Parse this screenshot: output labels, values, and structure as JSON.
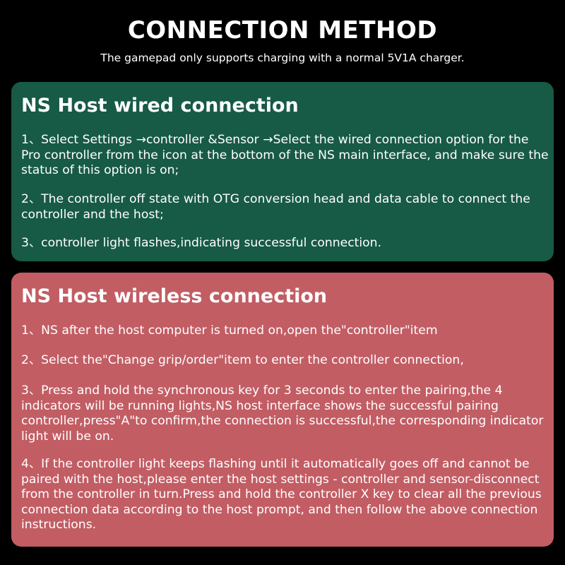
{
  "header": {
    "title": "CONNECTION METHOD",
    "subtitle": "The gamepad only supports charging with a normal 5V1A charger."
  },
  "colors": {
    "background": "#000000",
    "wired_panel": "#175a45",
    "wireless_panel": "#c25d64",
    "text": "#ffffff"
  },
  "wired": {
    "heading": "NS Host wired connection",
    "steps": [
      "1、Select Settings →controller &Sensor →Select the wired connection option for the Pro controller from the icon at the bottom of the NS main interface, and make sure the status of this option is on;",
      "2、The controller off state with OTG conversion head and data cable to connect the controller and the host;",
      "3、controller light flashes,indicating successful connection."
    ]
  },
  "wireless": {
    "heading": "NS Host wireless connection",
    "steps": [
      "1、NS after the host computer is turned on,open the\"controller\"item",
      "2、Select the\"Change grip/order\"item to enter the controller connection,",
      "3、Press and hold the synchronous key for 3 seconds to enter the pairing,the 4 indicators will be running lights,NS host interface shows the successful pairing controller,press\"A\"to confirm,the connection is successful,the corresponding indicator light will be on.",
      "4、If the controller light keeps flashing until it automatically goes off and cannot be paired with the host,please enter the host settings - controller and sensor-disconnect from the controller in turn.Press and hold the controller X key to clear all the previous connection data according to the host prompt, and then follow the above connection instructions."
    ]
  }
}
